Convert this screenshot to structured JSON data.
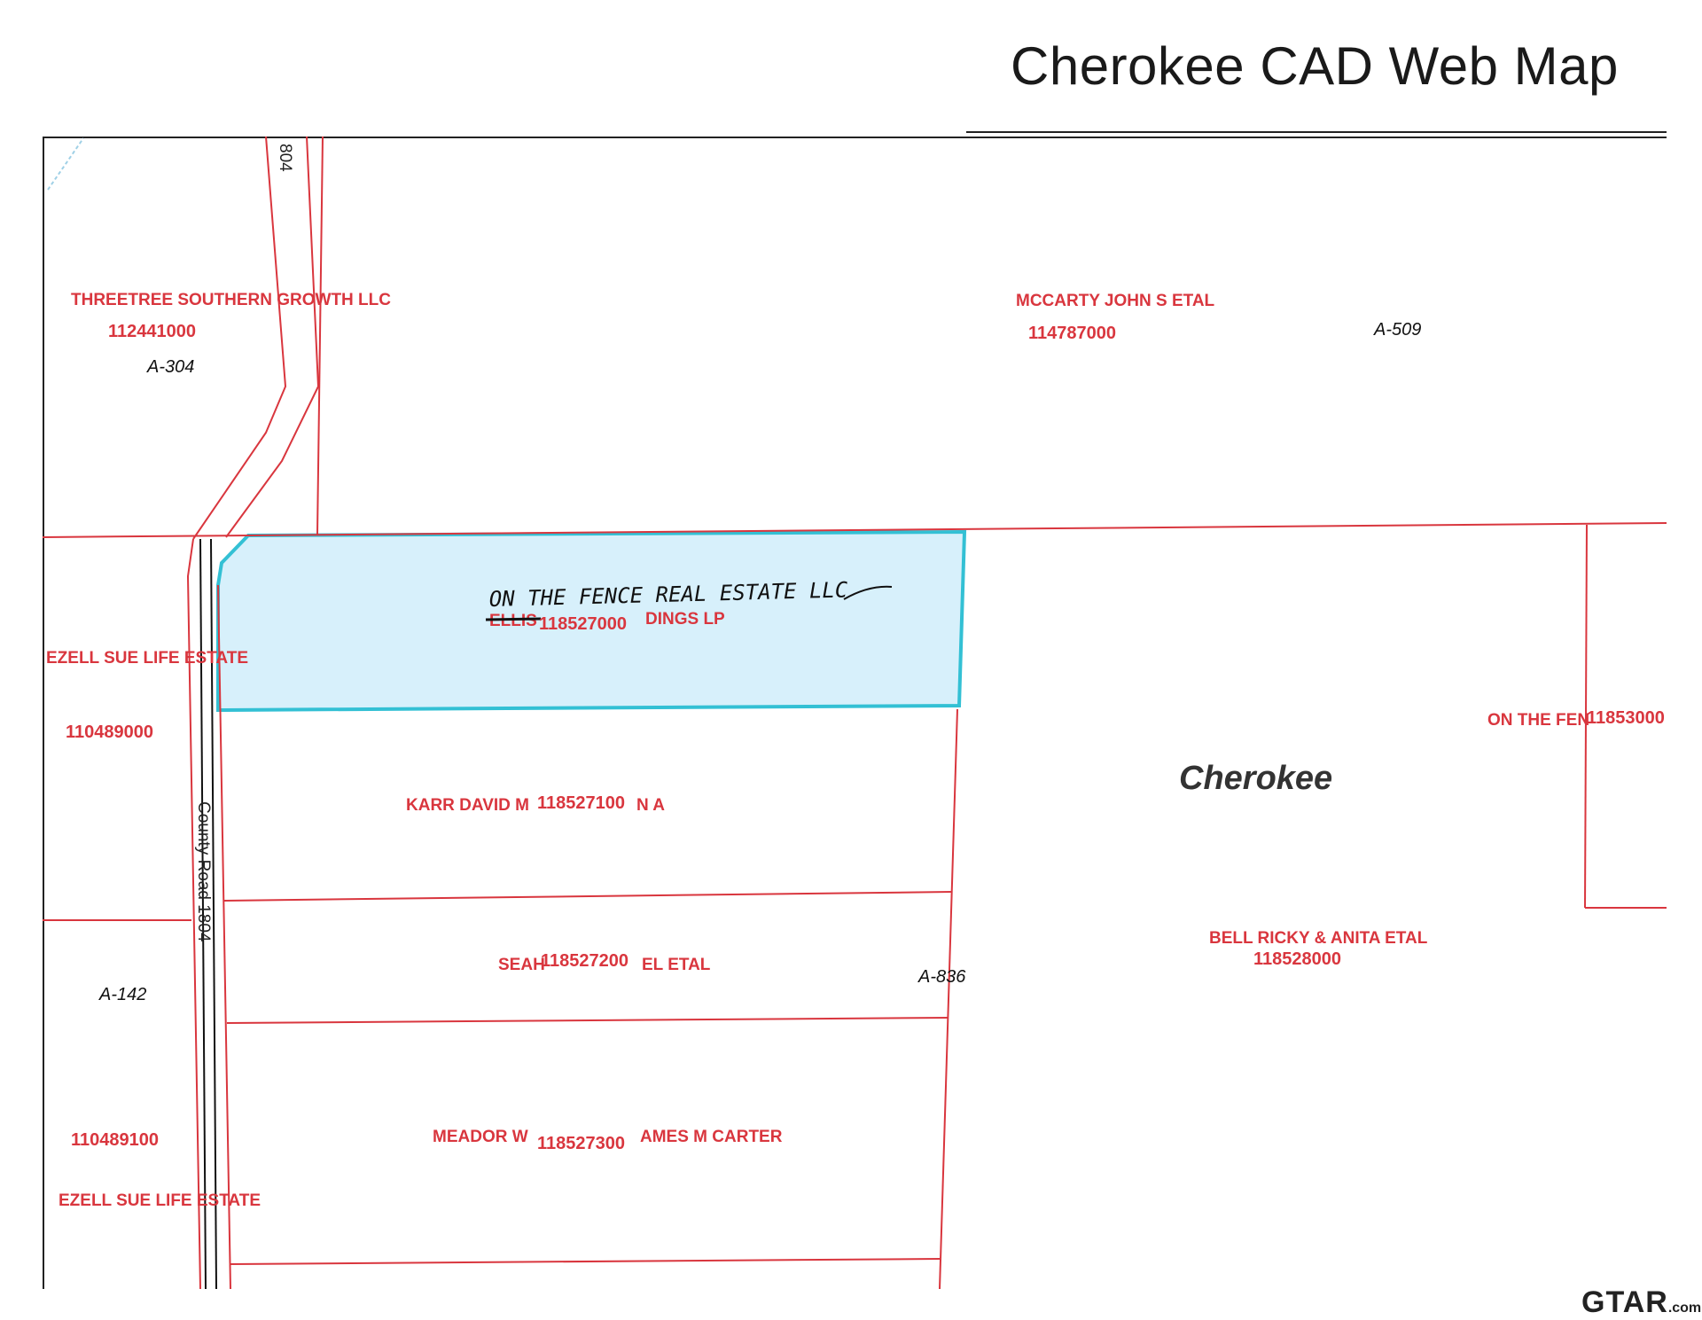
{
  "header": {
    "title": "Cherokee CAD Web Map"
  },
  "county": "Cherokee",
  "road": {
    "label": "County Road 1804",
    "top_fragment": "804"
  },
  "abstracts": [
    "A-304",
    "A-509",
    "A-836",
    "A-142"
  ],
  "parcels": [
    {
      "owner": "THREETREE SOUTHERN GROWTH LLC",
      "id": "112441000"
    },
    {
      "owner": "MCCARTY JOHN S ETAL",
      "id": "114787000"
    },
    {
      "owner": "EZELL SUE LIFE ESTATE",
      "id": "110489000"
    },
    {
      "owner": "KARR DAVID M",
      "owner_tail": "N A",
      "id": "118527100"
    },
    {
      "owner": "SEAH",
      "owner_tail": "EL ETAL",
      "id": "118527200"
    },
    {
      "owner": "MEADOR W",
      "owner_tail": "AMES M CARTER",
      "id": "118527300"
    },
    {
      "owner": "EZELL SUE LIFE ESTATE",
      "id": "110489100"
    },
    {
      "owner": "BELL RICKY & ANITA ETAL",
      "id": "118528000"
    },
    {
      "owner": "ON THE FEN",
      "id": "11853000"
    }
  ],
  "highlighted_parcel": {
    "handwritten_owner": "ON THE FENCE REAL ESTATE LLC",
    "struck_text": "ELLIS",
    "id": "118527000",
    "owner_tail": "DINGS LP",
    "fill": "#d7f0fb",
    "stroke": "#33c0d4"
  },
  "colors": {
    "parcel_line": "#d9363e",
    "label": "#d9363e"
  },
  "watermark": {
    "main": "GTAR",
    "suffix": ".com"
  }
}
